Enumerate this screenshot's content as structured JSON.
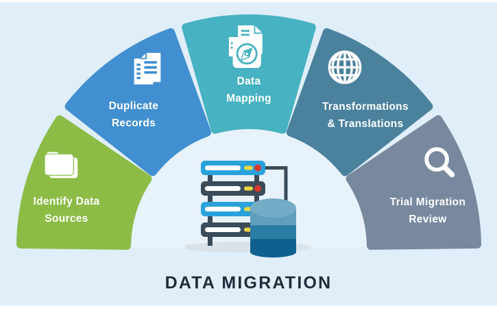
{
  "title": "DATA MIGRATION",
  "palette": {
    "page_background": "#DFEEF9",
    "edge_strip": "#FFFFFF",
    "inner_glow": "#ECF5FC",
    "label_text": "#FFFFFF",
    "title_text": "#1F2B38",
    "ground_shadow": "#D9E2E9"
  },
  "segments": [
    {
      "id": "identify-data-sources",
      "icon": "folder-icon",
      "color": "#8CBC45",
      "lines": [
        "Identify Data",
        "Sources"
      ]
    },
    {
      "id": "duplicate-records",
      "icon": "duplicate-documents-icon",
      "color": "#418FD0",
      "lines": [
        "Duplicate",
        "Records"
      ]
    },
    {
      "id": "data-mapping",
      "icon": "map-compass-icon",
      "color": "#47B2C1",
      "lines": [
        "Data",
        "Mapping"
      ]
    },
    {
      "id": "transformations-translations",
      "icon": "globe-icon",
      "color": "#4A819D",
      "lines": [
        "Transformations",
        "& Translations"
      ]
    },
    {
      "id": "trial-migration-review",
      "icon": "magnifier-icon",
      "color": "#78889E",
      "lines": [
        "Trial Migration",
        "Review"
      ]
    }
  ],
  "center_illustration": {
    "name": "server-and-database",
    "colors": {
      "bar_light": "#29A2DB",
      "bar_dark": "#3A4B59",
      "frame": "#3A4B59",
      "slot": "#FFFFFF",
      "pill_yellow": "#E9D83F",
      "pill_red": "#D9382E",
      "cylinder_top": "#74ABC6",
      "cylinder_upper": "#5F9EBD",
      "cylinder_mid": "#2A7DA5",
      "cylinder_bottom": "#0E618E"
    }
  }
}
